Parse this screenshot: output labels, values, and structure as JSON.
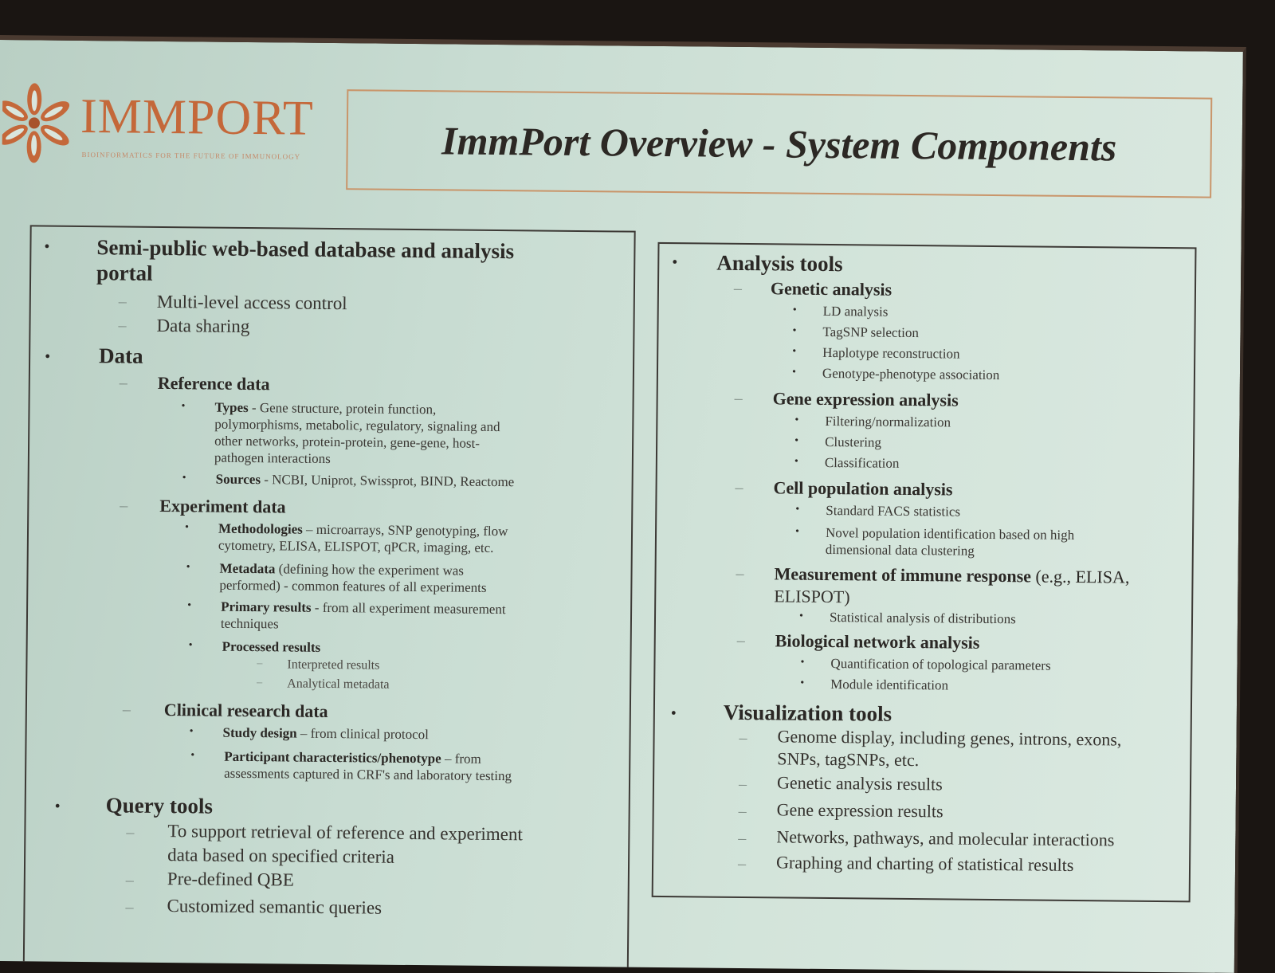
{
  "logo": {
    "wordmark": "IMMPORT",
    "tagline": "BIOINFORMATICS FOR THE FUTURE OF IMMUNOLOGY"
  },
  "title": "ImmPort Overview - System Components",
  "left": {
    "portal": {
      "heading": "Semi-public web-based database and analysis portal",
      "heading_line1": "Semi-public web-based database and analysis",
      "heading_line2": "portal",
      "items": [
        "Multi-level access control",
        "Data sharing"
      ]
    },
    "data": {
      "heading": "Data",
      "reference": {
        "heading": "Reference data",
        "types_label": "Types",
        "types_text": "- Gene structure, protein function,",
        "types_cont1": "polymorphisms, metabolic, regulatory, signaling and",
        "types_cont2": "other networks, protein-protein, gene-gene, host-",
        "types_cont3": "pathogen interactions",
        "sources_label": "Sources",
        "sources_text": "- NCBI, Uniprot, Swissprot, BIND, Reactome"
      },
      "experiment": {
        "heading": "Experiment data",
        "method_label": "Methodologies",
        "method_text": "– microarrays, SNP genotyping, flow",
        "method_cont": "cytometry, ELISA, ELISPOT, qPCR, imaging, etc.",
        "meta_label": "Metadata",
        "meta_text": "(defining how the experiment was",
        "meta_cont": "performed) - common features of all experiments",
        "primary_label": "Primary results",
        "primary_text": "- from all experiment measurement",
        "primary_cont": "techniques",
        "processed_label": "Processed results",
        "processed_items": [
          "Interpreted results",
          "Analytical metadata"
        ]
      },
      "clinical": {
        "heading": "Clinical research data",
        "study_label": "Study design",
        "study_text": "– from clinical protocol",
        "participant_label": "Participant characteristics/phenotype",
        "participant_text": "– from",
        "participant_cont": "assessments captured in CRF's and laboratory testing"
      }
    },
    "query": {
      "heading": "Query tools",
      "item1_line1": "To support retrieval of reference and experiment",
      "item1_line2": "data based on specified criteria",
      "item2": "Pre-defined QBE",
      "item3": "Customized semantic queries"
    }
  },
  "right": {
    "analysis": {
      "heading": "Analysis tools",
      "genetic": {
        "heading": "Genetic analysis",
        "items": [
          "LD analysis",
          "TagSNP selection",
          "Haplotype reconstruction",
          "Genotype-phenotype association"
        ]
      },
      "expression": {
        "heading": "Gene expression analysis",
        "items": [
          "Filtering/normalization",
          "Clustering",
          "Classification"
        ]
      },
      "cellpop": {
        "heading": "Cell population analysis",
        "item1": "Standard FACS statistics",
        "item2_line1": "Novel population identification based on high",
        "item2_line2": "dimensional data clustering"
      },
      "immune": {
        "heading": "Measurement of immune response",
        "heading_suffix": "(e.g., ELISA,",
        "heading_line2": "ELISPOT)",
        "item": "Statistical analysis of distributions"
      },
      "network": {
        "heading": "Biological network analysis",
        "items": [
          "Quantification of topological parameters",
          "Module identification"
        ]
      }
    },
    "visualization": {
      "heading": "Visualization tools",
      "item1_line1": "Genome display, including genes, introns, exons,",
      "item1_line2": "SNPs, tagSNPs, etc.",
      "item2": "Genetic analysis results",
      "item3": "Gene expression results",
      "item4": "Networks, pathways, and molecular interactions",
      "item5": "Graphing and charting of statistical results"
    }
  },
  "colors": {
    "slide_bg": "#c8dcd2",
    "logo": "#c4683a",
    "title_border": "#c9956a",
    "text": "#2b2825"
  }
}
